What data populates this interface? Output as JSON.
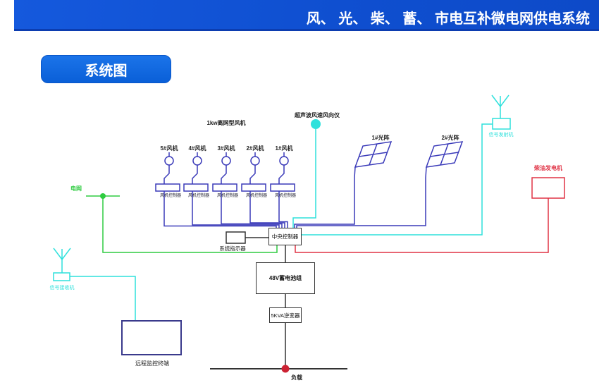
{
  "banner": {
    "title": "风、 光、 柴、 蓄、 市电互补微电网供电系统"
  },
  "tab": {
    "label": "系统图"
  },
  "diagram": {
    "wind": {
      "group_label": "1kw离网型风机",
      "turbines": [
        {
          "label": "5#风机",
          "controller_label": "风机控制器"
        },
        {
          "label": "4#风机",
          "controller_label": "风机控制器"
        },
        {
          "label": "3#风机",
          "controller_label": "风机控制器"
        },
        {
          "label": "2#风机",
          "controller_label": "风机控制器"
        },
        {
          "label": "1#风机",
          "controller_label": "风机控制器"
        }
      ]
    },
    "anemometer": {
      "label": "超声波风速风向仪"
    },
    "solar": [
      {
        "label": "1#光阵"
      },
      {
        "label": "2#光阵"
      }
    ],
    "transmitter": {
      "label": "信号发射机"
    },
    "receiver": {
      "label": "信号接收机"
    },
    "grid": {
      "label": "电网"
    },
    "diesel": {
      "label": "柴油发电机"
    },
    "controller": {
      "label": "中央控制器"
    },
    "indicator": {
      "label": "系统指示器"
    },
    "battery": {
      "label": "48V蓄电池组"
    },
    "inverter": {
      "label": "5KVA逆变器"
    },
    "remote": {
      "label": "远程监控终端"
    },
    "load": {
      "label": "负载"
    },
    "colors": {
      "wind_line": "#3a3ab9",
      "cyan": "#2fe1dc",
      "green": "#2ecc40",
      "red": "#e03345",
      "black": "#333333",
      "banner_blue": "#0f4fd0"
    }
  }
}
